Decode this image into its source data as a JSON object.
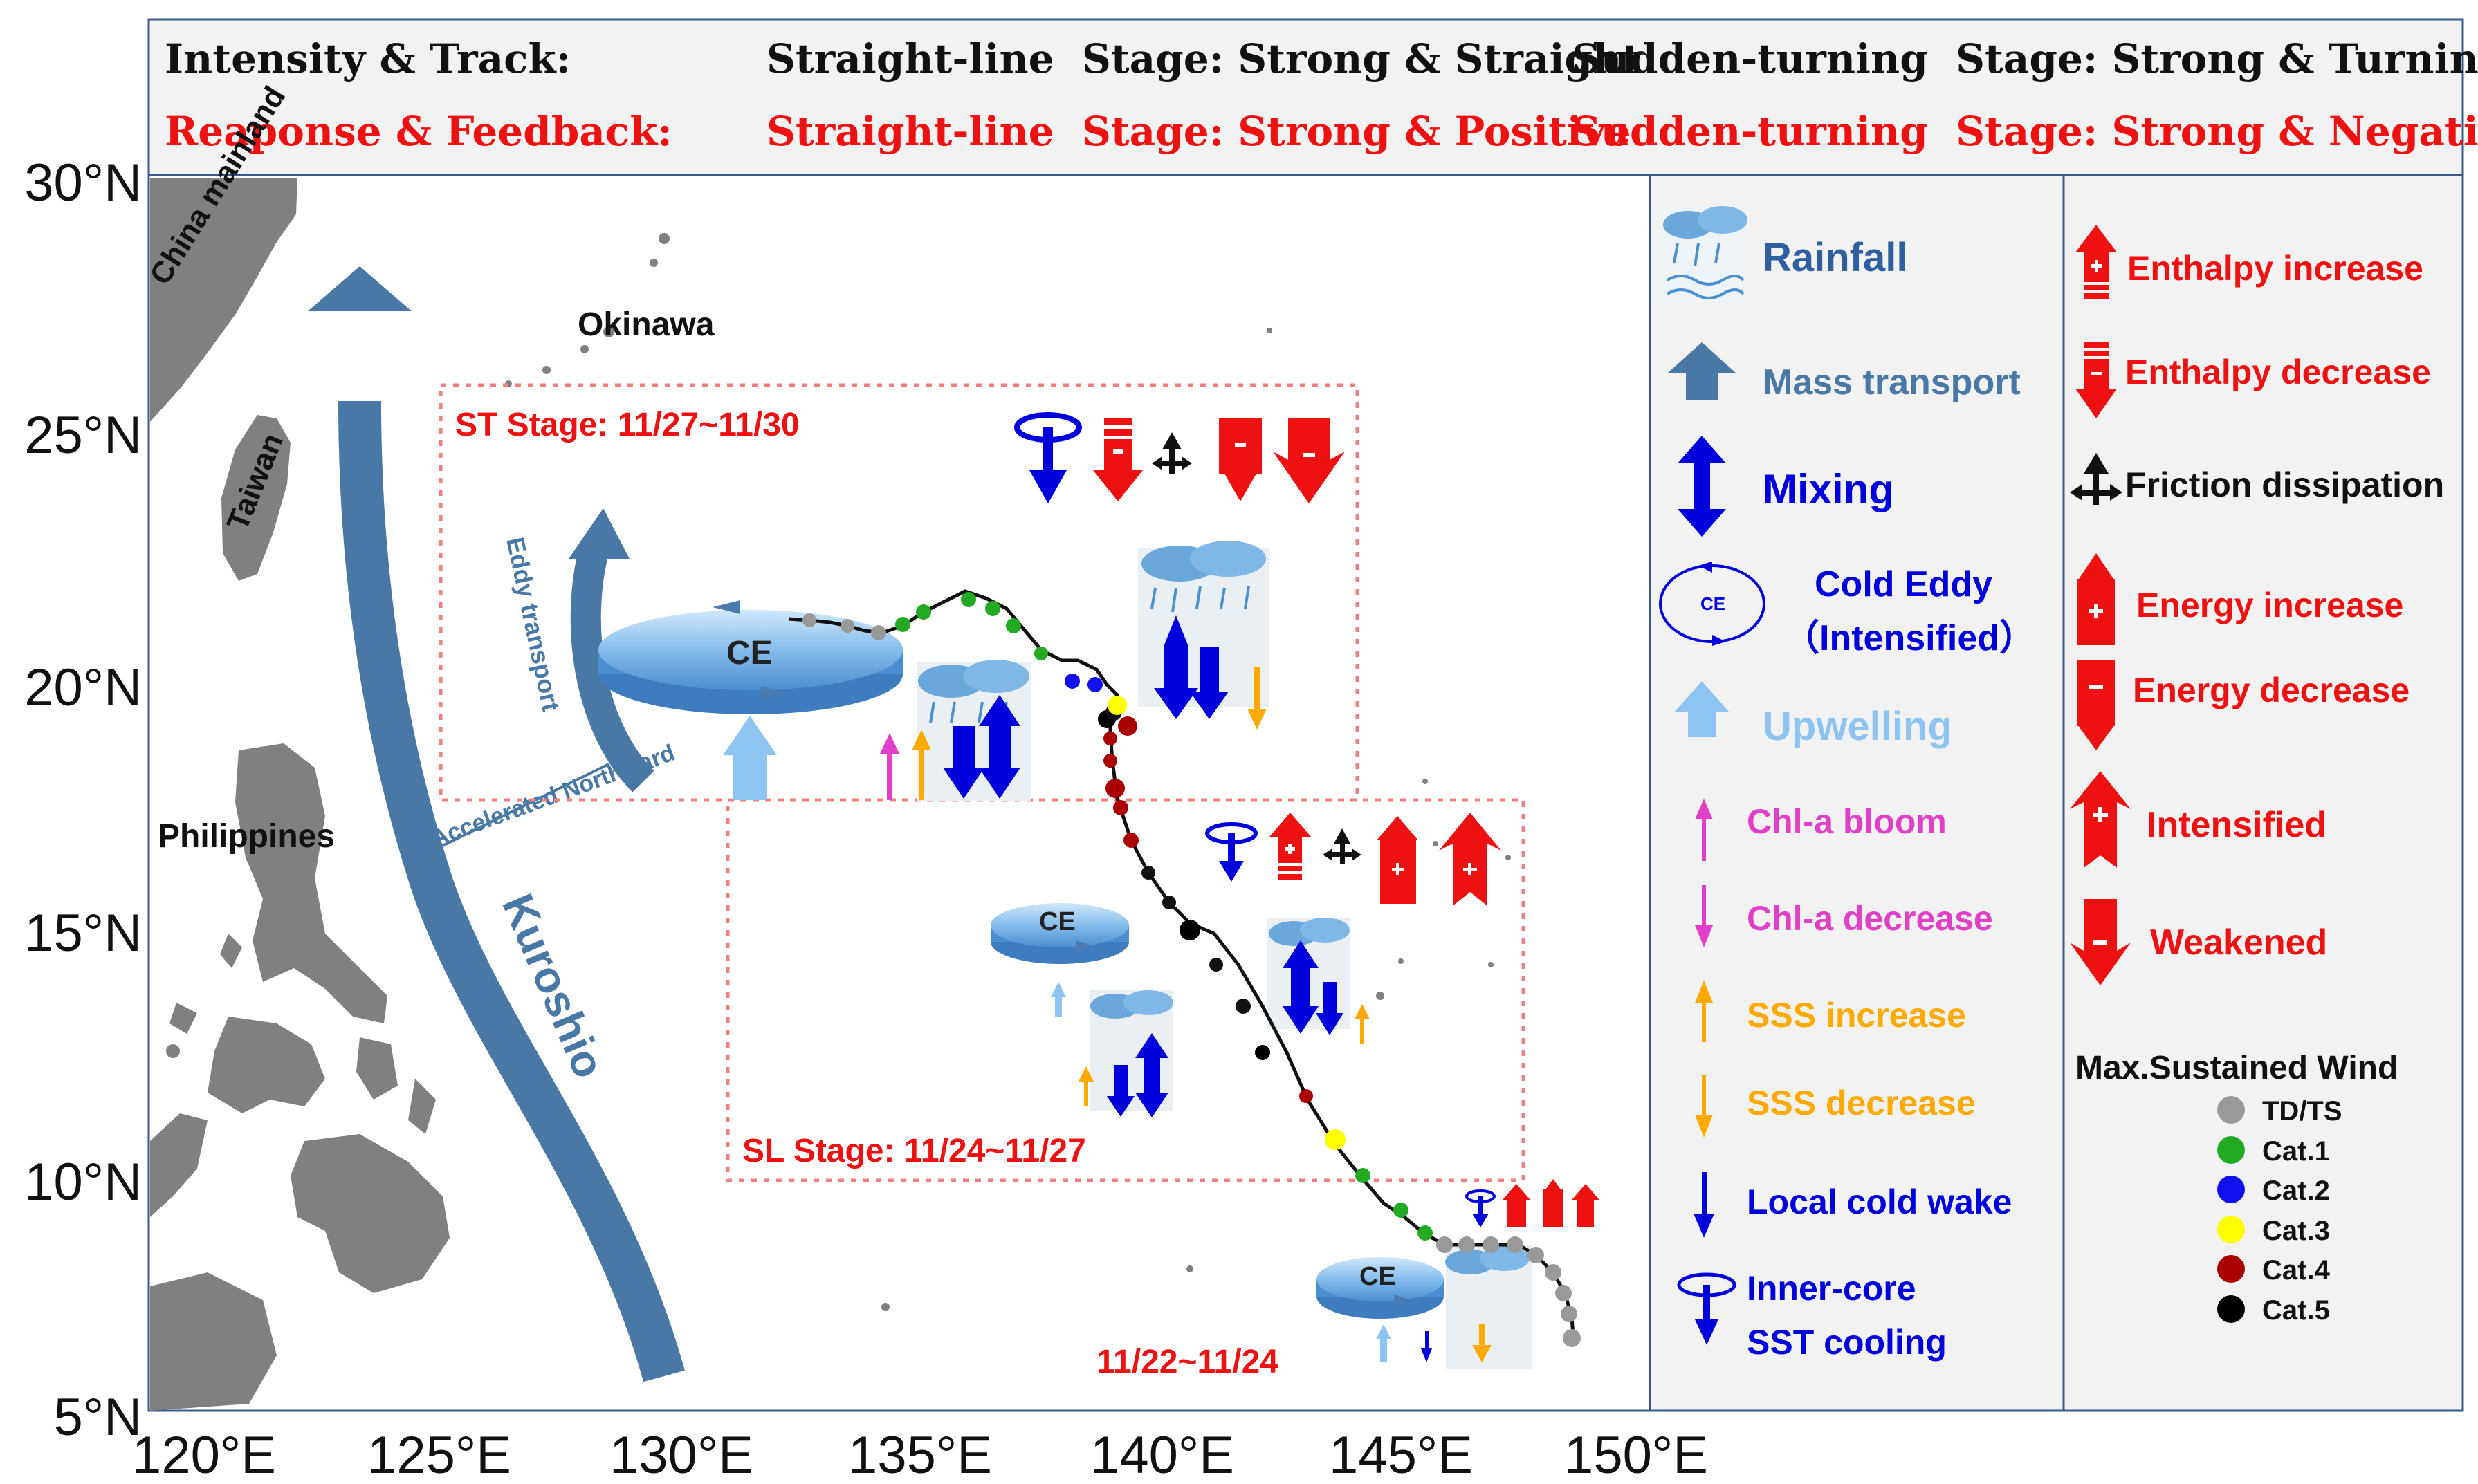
{
  "header": {
    "row1": {
      "label": "Intensity & Track:",
      "stage1": "Straight-line  Stage: Strong & Straight",
      "stage2": "Sudden-turning  Stage: Strong & Turning",
      "color": "#111111"
    },
    "row2": {
      "label": "Reaponse & Feedback:",
      "stage1": "Straight-line  Stage: Strong & Positive",
      "stage2": "Sudden-turning  Stage: Strong & Negative",
      "color": "#ee1111"
    }
  },
  "axes": {
    "y_ticks": [
      "30°N",
      "25°N",
      "20°N",
      "15°N",
      "10°N",
      "5°N"
    ],
    "x_ticks": [
      "120°E",
      "125°E",
      "130°E",
      "135°E",
      "140°E",
      "145°E",
      "150°E"
    ]
  },
  "map": {
    "places": {
      "china": "China mainland",
      "taiwan": "Taiwan",
      "okinawa": "Okinawa",
      "philippines": "Philippines"
    },
    "kuroshio": "Kuroshio",
    "accelerated": "Accelerated Northward",
    "eddy_transport": "Eddy transport",
    "ce": "CE",
    "stages": {
      "st": "ST Stage: 11/27~11/30",
      "sl": "SL Stage: 11/24~11/27",
      "early": "11/22~11/24"
    },
    "colors": {
      "track": "#111111",
      "stage_box": "#f08080",
      "stage_text": "#ee1111",
      "mass": "#4a78a6",
      "mixing": "#0000dd",
      "upwelling": "#8ec4f2",
      "chl": "#e040c8",
      "sss": "#ffaa00",
      "red": "#ee1111"
    }
  },
  "legend_left": [
    {
      "icon": "rainfall-icon",
      "label": "Rainfall",
      "color": "#2f5f9e"
    },
    {
      "icon": "mass-transport-icon",
      "label": "Mass transport",
      "color": "#4a78a6"
    },
    {
      "icon": "mixing-icon",
      "label": "Mixing",
      "color": "#0000dd"
    },
    {
      "icon": "cold-eddy-icon",
      "label": "Cold Eddy",
      "label2": "（Intensified）",
      "color": "#0000dd"
    },
    {
      "icon": "upwelling-icon",
      "label": "Upwelling",
      "color": "#8ec4f2"
    },
    {
      "icon": "chl-bloom-icon",
      "label": "Chl-a bloom",
      "color": "#e040c8"
    },
    {
      "icon": "chl-decrease-icon",
      "label": "Chl-a decrease",
      "color": "#e040c8"
    },
    {
      "icon": "sss-increase-icon",
      "label": "SSS increase",
      "color": "#ffaa00"
    },
    {
      "icon": "sss-decrease-icon",
      "label": "SSS decrease",
      "color": "#ffaa00"
    },
    {
      "icon": "cold-wake-icon",
      "label": "Local cold wake",
      "color": "#0000dd"
    },
    {
      "icon": "sst-cooling-icon",
      "label": "Inner-core",
      "label2": "SST cooling",
      "color": "#0000dd"
    }
  ],
  "legend_right": [
    {
      "icon": "enthalpy-increase-icon",
      "label": "Enthalpy increase",
      "color": "#ee1111"
    },
    {
      "icon": "enthalpy-decrease-icon",
      "label": "Enthalpy decrease",
      "color": "#ee1111"
    },
    {
      "icon": "friction-icon",
      "label": "Friction dissipation",
      "color": "#111111"
    },
    {
      "icon": "energy-increase-icon",
      "label": "Energy increase",
      "color": "#ee1111"
    },
    {
      "icon": "energy-decrease-icon",
      "label": "Energy decrease",
      "color": "#ee1111"
    },
    {
      "icon": "intensified-icon",
      "label": "Intensified",
      "color": "#ee1111"
    },
    {
      "icon": "weakened-icon",
      "label": "Weakened",
      "color": "#ee1111"
    }
  ],
  "wind_legend": {
    "title": "Max.Sustained Wind",
    "items": [
      {
        "label": "TD/TS",
        "color": "#999999"
      },
      {
        "label": "Cat.1",
        "color": "#22aa22"
      },
      {
        "label": "Cat.2",
        "color": "#1111ee"
      },
      {
        "label": "Cat.3",
        "color": "#ffff00"
      },
      {
        "label": "Cat.4",
        "color": "#aa0000"
      },
      {
        "label": "Cat.5",
        "color": "#000000"
      }
    ]
  }
}
